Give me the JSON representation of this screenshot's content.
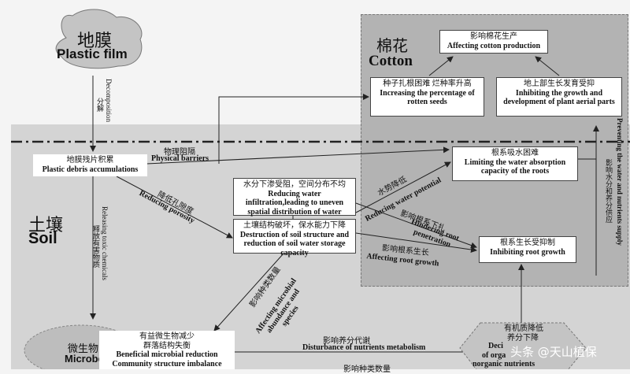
{
  "film": {
    "cn": "地膜",
    "en": "Plastic film"
  },
  "cotton": {
    "cn": "棉花",
    "en": "Cotton"
  },
  "soil": {
    "cn": "土壤",
    "en": "Soil"
  },
  "microbe": {
    "cn": "微生物",
    "en": "Microbe"
  },
  "decomposition": {
    "en": "Decomposition",
    "cn": "分解"
  },
  "debris": {
    "cn": "地膜残片积累",
    "en": "Plastic debris accumulations"
  },
  "physical": {
    "cn": "物理阻隔",
    "en": "Physical barriers"
  },
  "porosity": {
    "cn": "降低孔隙度",
    "en": "Reducing porosity"
  },
  "toxic": {
    "en": "Releasing toxic chemicals",
    "cn": "释放有害物质"
  },
  "infiltration": {
    "cn": "水分下渗受阻，空间分布不均",
    "en": "Reducing water infiltration,leading to uneven spatial distribution of water"
  },
  "structure": {
    "cn": "土壤结构破坏，保水能力下降",
    "en": "Destruction of soil structure and reduction of soil water storage capacity"
  },
  "affecting_cotton": {
    "cn": "影响棉花生产",
    "en": "Affecting cotton production"
  },
  "seeds": {
    "cn": "种子扎根困难 烂种率升高",
    "en": "Increasing the percentage of rotten seeds"
  },
  "aerial": {
    "cn": "地上部生长发育受抑",
    "en": "Inhibiting the growth and development of plant aerial parts"
  },
  "absorption": {
    "cn": "根系吸水困难",
    "en": "Limiting the water absorption capacity of the roots"
  },
  "root_inhibit": {
    "cn": "根系生长受抑制",
    "en": "Inhibiting root growth"
  },
  "water_potential": {
    "cn": "水势降低",
    "en": "Reducing water potential"
  },
  "hindering": {
    "cn": "影响根系下扎",
    "en": "Hindering root penetration"
  },
  "root_growth": {
    "cn": "影响根系生长",
    "en": "Affecting root growth"
  },
  "preventing": {
    "en": "Preventing the water and nutrients supply",
    "cn": "影响水分和养分供应"
  },
  "microbial_abund": {
    "cn": "影响种类数量",
    "en": "Affecting microbial abundance and species"
  },
  "beneficial": {
    "cn": "有益微生物减少",
    "cn2": "群落结构失衡",
    "en": "Beneficial microbial reduction",
    "en2": "Community structure imbalance"
  },
  "nutrients_metab": {
    "cn": "影响养分代谢",
    "en": "Disturbance of nutrients metabolism"
  },
  "organic": {
    "cn": "有机质降低",
    "cn2": "养分下降",
    "en_a": "Deci",
    "en_b": "of orga",
    "en_c": "norganic nutrients"
  },
  "species_num": {
    "cn": "影响种类数量"
  },
  "watermark": {
    "text": "头条 @天山植保"
  }
}
